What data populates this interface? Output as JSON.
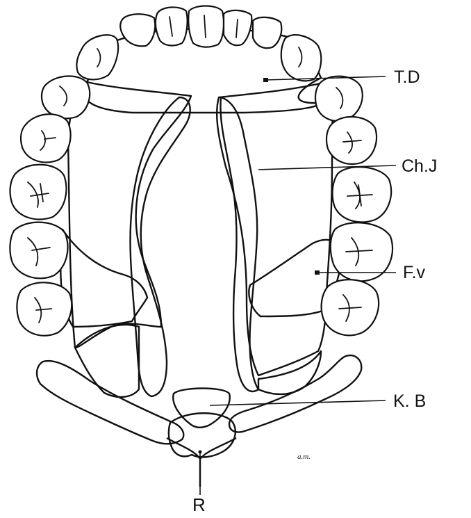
{
  "labels": {
    "td": "T.D",
    "chj": "Ch.J",
    "fv": "F.v",
    "kb": "K. B",
    "r": "R"
  },
  "artist_signature": "a.m."
}
